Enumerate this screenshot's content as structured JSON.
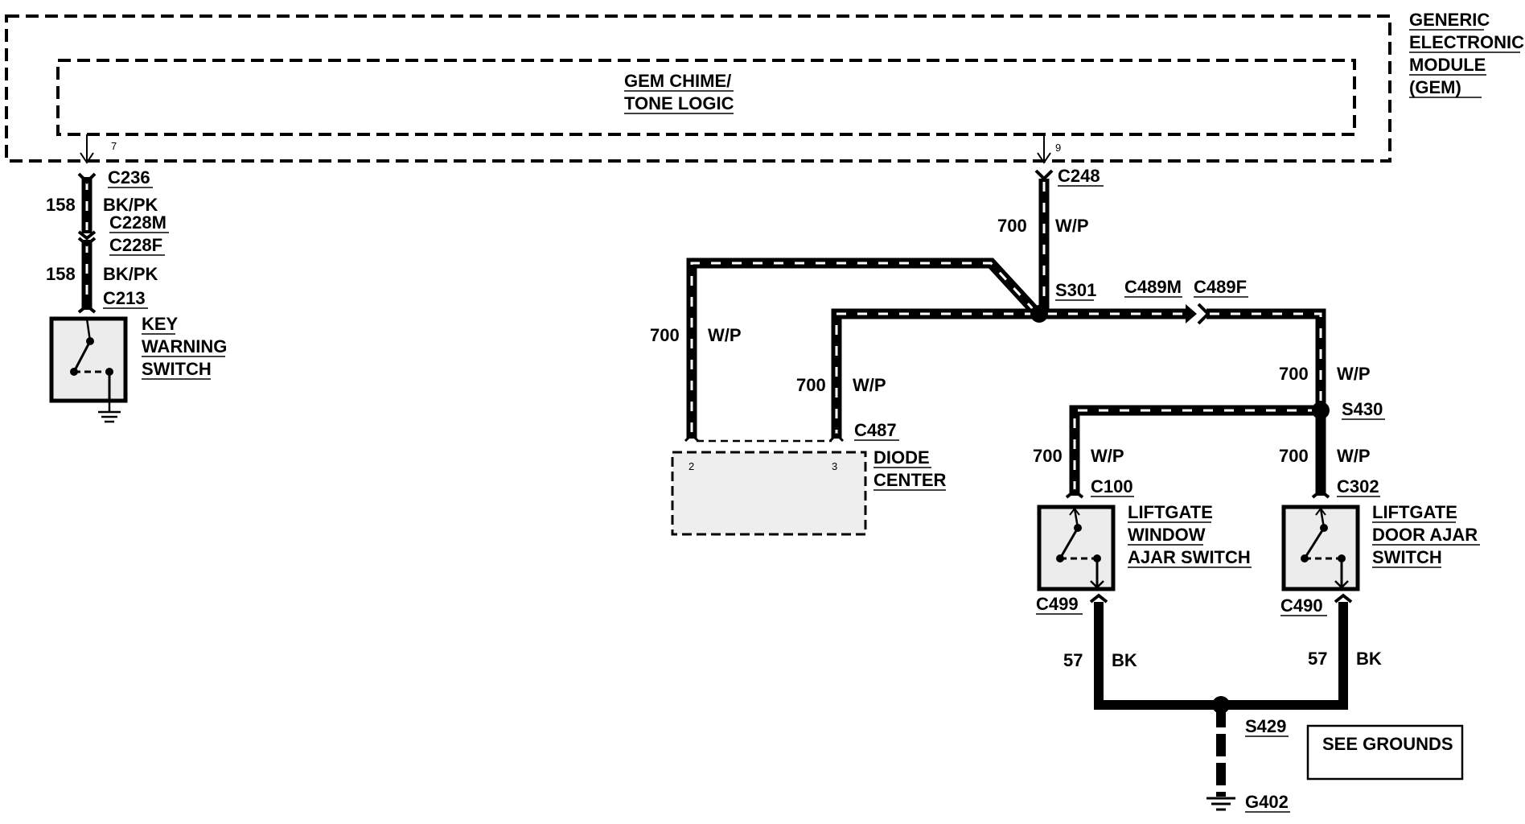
{
  "module": {
    "title_lines": [
      "GENERIC",
      "ELECTRONIC",
      "MODULE",
      "(GEM)"
    ],
    "inner_label_lines": [
      "GEM CHIME/",
      "TONE LOGIC"
    ],
    "pins": [
      "7",
      "9"
    ]
  },
  "left_branch": {
    "connectors": [
      "C236",
      "C228M",
      "C228F",
      "C213"
    ],
    "circuit": "158",
    "color": "BK/PK",
    "switch_label_lines": [
      "KEY",
      "WARNING",
      "SWITCH"
    ]
  },
  "main_branch": {
    "top_connector": "C248",
    "circuit": "700",
    "color": "W/P",
    "splice": "S301",
    "inline_connectors": [
      "C489M",
      "C489F"
    ],
    "splice2": "S430",
    "diode": {
      "connector": "C487",
      "label_lines": [
        "DIODE",
        "CENTER"
      ],
      "pins": [
        "2",
        "3"
      ]
    },
    "window_switch": {
      "top_connector": "C100",
      "bottom_connector": "C499",
      "label_lines": [
        "LIFTGATE",
        "WINDOW",
        "AJAR SWITCH"
      ]
    },
    "door_switch": {
      "top_connector": "C302",
      "bottom_connector": "C490",
      "label_lines": [
        "LIFTGATE",
        "DOOR AJAR",
        "SWITCH"
      ]
    },
    "ground_circuit": "57",
    "ground_color": "BK",
    "ground_splice": "S429",
    "ground": "G402",
    "see_grounds": "SEE GROUNDS"
  }
}
